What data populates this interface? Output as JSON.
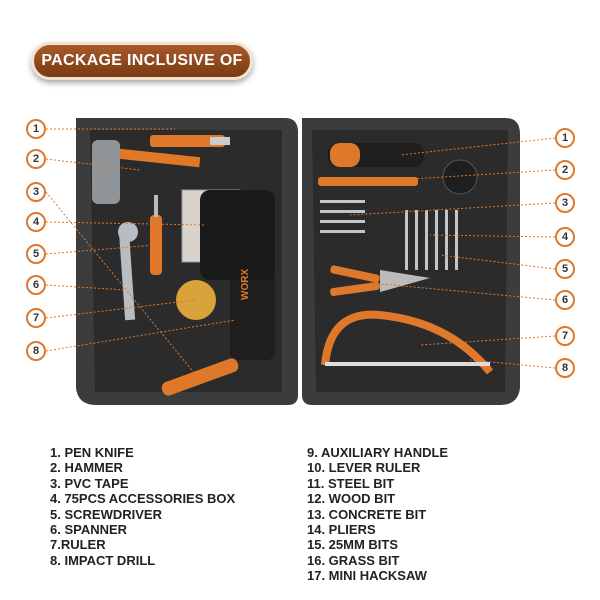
{
  "title": "PACKAGE INCLUSIVE OF",
  "case": {
    "left_markers": [
      "1",
      "2",
      "3",
      "4",
      "5",
      "6",
      "7",
      "8"
    ],
    "right_markers": [
      "1",
      "2",
      "3",
      "4",
      "5",
      "6",
      "7",
      "8"
    ],
    "brand_text": "WORX"
  },
  "legend": {
    "left": [
      "1. PEN KNIFE",
      "2. HAMMER",
      "3. PVC TAPE",
      "4. 75PCS ACCESSORIES BOX",
      "5. SCREWDRIVER",
      "6. SPANNER",
      "7.RULER",
      "8. IMPACT DRILL"
    ],
    "right": [
      "9.   AUXILIARY HANDLE",
      "10. LEVER RULER",
      "11. STEEL BIT",
      "12. WOOD BIT",
      "13. CONCRETE BIT",
      "14. PLIERS",
      "15. 25MM BITS",
      "16. GRASS BIT",
      "17. MINI HACKSAW"
    ]
  },
  "colors": {
    "accent": "#e0782a",
    "badge": "#8a4519",
    "case": "#3a3a3a"
  }
}
